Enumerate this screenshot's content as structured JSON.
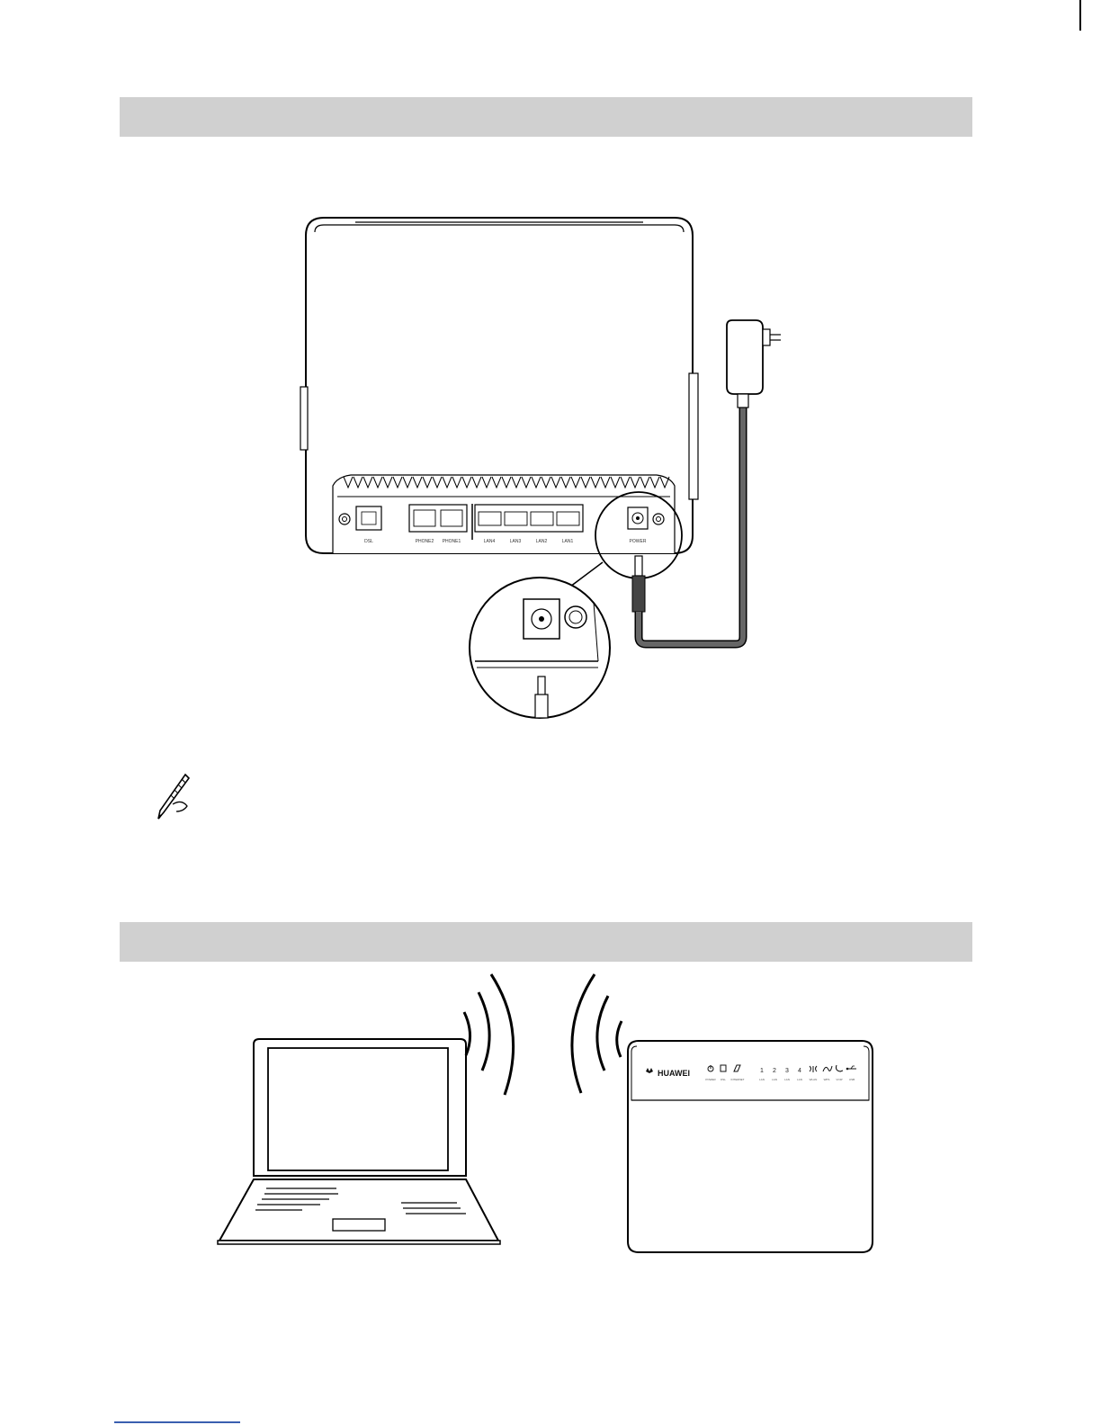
{
  "rear_ports": [
    "DSL",
    "PHONE2",
    "PHONE1",
    "LAN4",
    "LAN3",
    "LAN2",
    "LAN1",
    "POWER"
  ],
  "front_panel": {
    "brand": "HUAWEI",
    "led_numbers": [
      "1",
      "2",
      "3",
      "4"
    ],
    "led_labels": [
      "POWER",
      "DSL",
      "INTERNET",
      "LAN",
      "LAN",
      "LAN",
      "LAN",
      "WLAN",
      "WPS",
      "VOIP",
      "USB"
    ]
  },
  "icons": {
    "note": "pen-note-icon",
    "wireless": "wireless-signal-icon"
  },
  "colors": {
    "section_bar": "#d0d0d0",
    "cable": "#666666",
    "footer_rule": "#3a5fb0"
  }
}
